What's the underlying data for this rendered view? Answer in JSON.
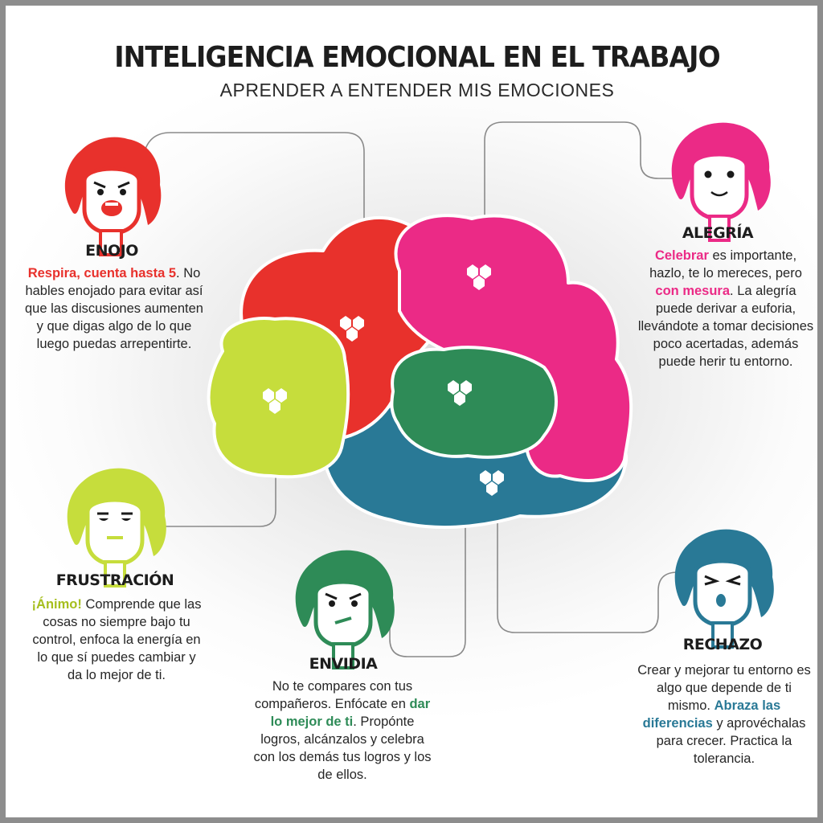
{
  "title": "INTELIGENCIA EMOCIONAL EN EL TRABAJO",
  "subtitle": "APRENDER A ENTENDER MIS EMOCIONES",
  "colors": {
    "enojo": "#e8312c",
    "alegria": "#eb2a86",
    "frustracion": "#c6dd3c",
    "envidia": "#2e8b57",
    "rechazo": "#297996"
  },
  "emotions": {
    "enojo": {
      "label": "ENOJO",
      "highlight": "Respira, cuenta hasta 5",
      "text": ". No hables enojado para evitar así que las discusiones aumenten y que digas algo de lo que luego puedas arrepentirte."
    },
    "alegria": {
      "label": "ALEGRÍA",
      "highlight1": "Celebrar",
      "text1": " es importante, hazlo, te lo mereces, pero ",
      "highlight2": "con mesura",
      "text2": ". La alegría puede derivar a euforia, llevándote a tomar decisiones poco acertadas, además puede herir tu entorno."
    },
    "frustracion": {
      "label": "FRUSTRACIÓN",
      "highlight": "¡Ánimo!",
      "text": " Comprende que las cosas no siempre bajo tu control, enfoca la energía en lo que sí puedes cambiar y da lo mejor de ti."
    },
    "envidia": {
      "label": "ENVIDIA",
      "text1": "No te compares con tus compañeros. Enfócate en ",
      "highlight": "dar lo mejor de ti",
      "text2": ". Propónte logros, alcánzalos y celebra con los demás tus logros y los de ellos."
    },
    "rechazo": {
      "label": "RECHAZO",
      "text1": "Crear y mejorar tu entorno es algo que depende de ti mismo. ",
      "highlight": "Abraza las diferencias",
      "text2": " y aprovéchalas para crecer. Practica la tolerancia."
    }
  }
}
